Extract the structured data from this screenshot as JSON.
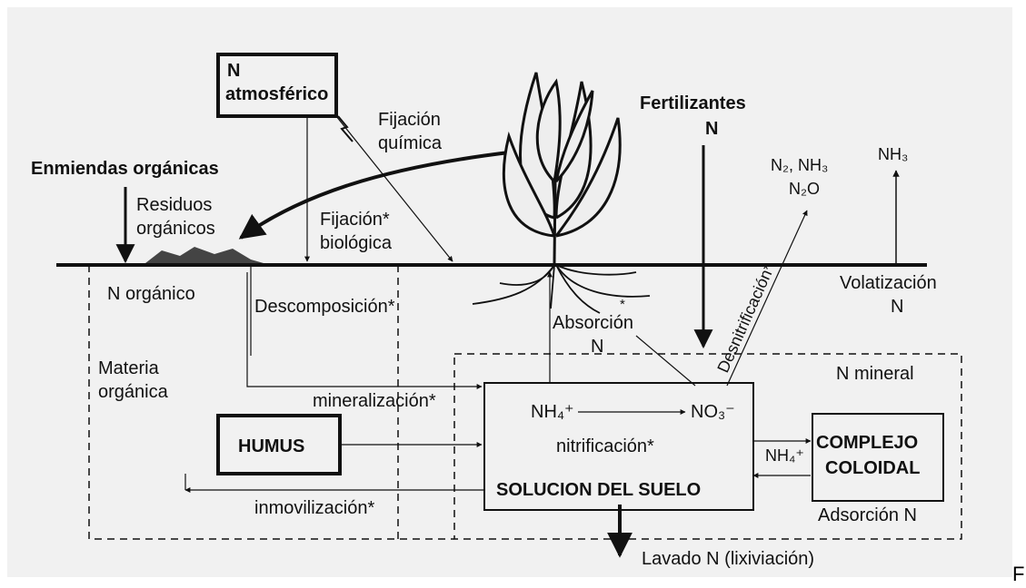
{
  "labels": {
    "n_atm_line1": "N",
    "n_atm_line2": "atmosférico",
    "fijacion_quimica_1": "Fijación",
    "fijacion_quimica_2": "química",
    "fertilizantes": "Fertilizantes",
    "fertilizantes_n": "N",
    "gases_1": "N₂, NH₃",
    "gases_2": "N₂O",
    "nh3_vol": "NH₃",
    "enmiendas": "Enmiendas orgánicas",
    "residuos_1": "Residuos",
    "residuos_2": "orgánicos",
    "fijacion_bio_1": "Fijación*",
    "fijacion_bio_2": "biológica",
    "n_organico": "N orgánico",
    "descomposicion": "Descomposición*",
    "absorcion": "Absorción",
    "absorcion_n": "N",
    "desnitrificacion": "Desnitrificación*",
    "volatizacion": "Volatización",
    "volatizacion_n": "N",
    "materia_1": "Materia",
    "materia_2": "orgánica",
    "mineralizacion": "mineralización*",
    "n_mineral": "N mineral",
    "nh4": "NH₄⁺",
    "no3": "NO₃⁻",
    "humus": "HUMUS",
    "nitrificacion": "nitrificación*",
    "nh4_complex": "NH₄⁺",
    "complejo_1": "COMPLEJO",
    "complejo_2": "COLOIDAL",
    "solucion": "SOLUCION DEL SUELO",
    "inmovilizacion": "inmovilización*",
    "adsorcion": "Adsorción N",
    "lavado": "Lavado N (lixiviación)",
    "asterisk": "*"
  },
  "corner_letter": "F"
}
